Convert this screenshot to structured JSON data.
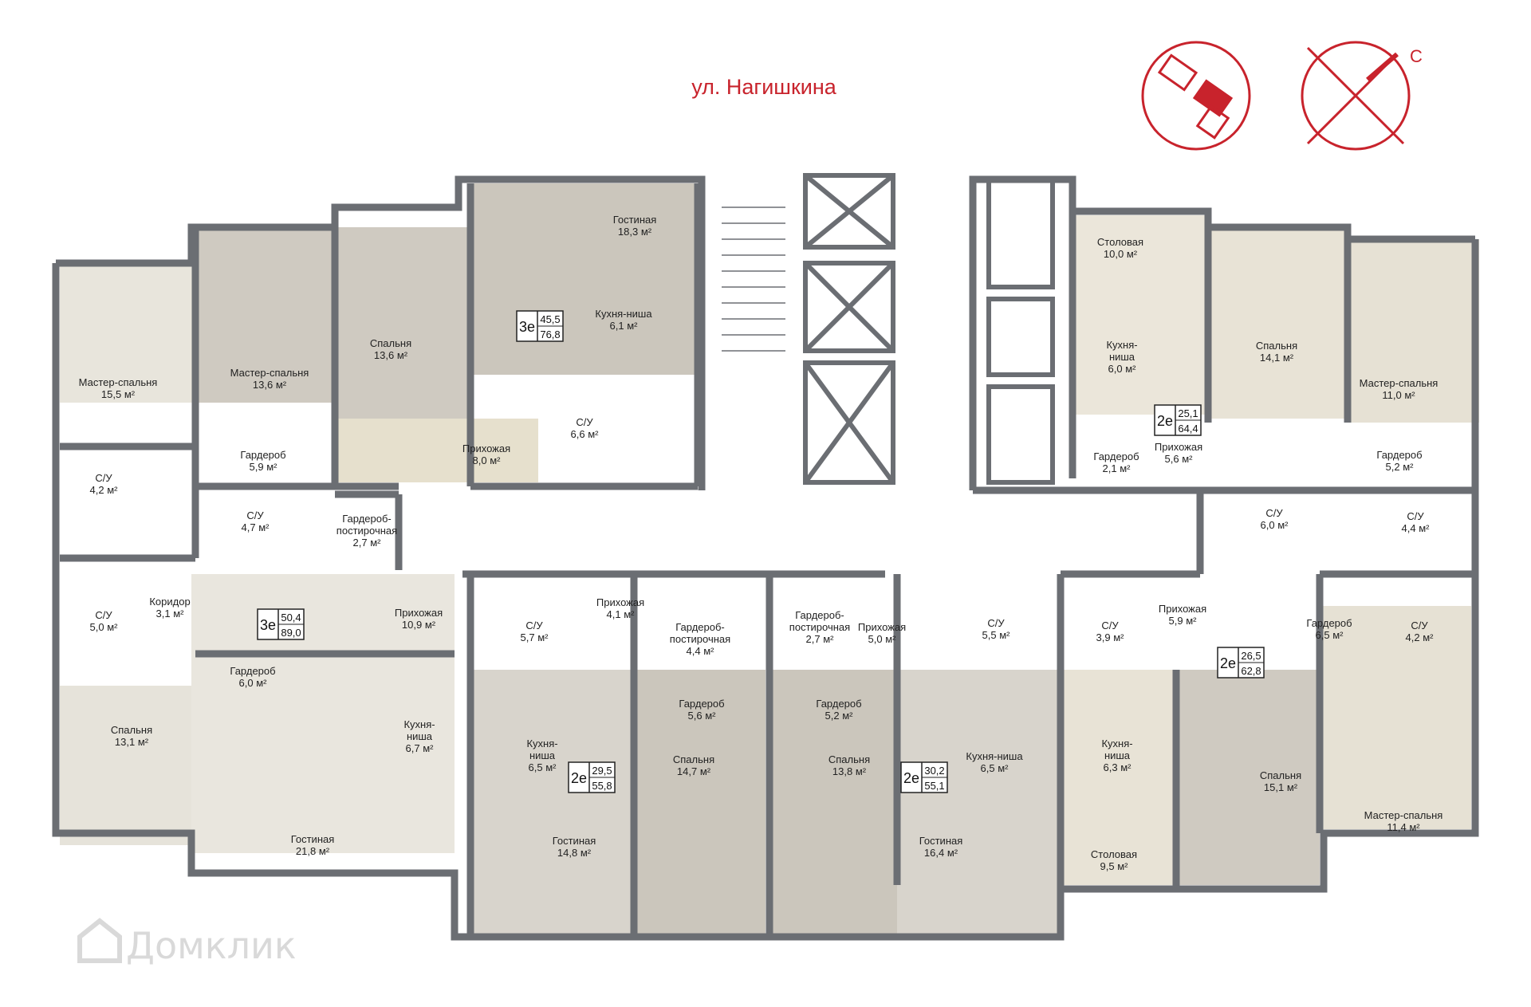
{
  "street": "ул. Нагишкина",
  "north_label": "С",
  "watermark": "Домклик",
  "colors": {
    "accent": "#c8232c",
    "wall": "#6b6e73",
    "floor_beige": "#e8e3d6",
    "floor_wood": "#cbc6bc",
    "floor_tile": "#e9e6de"
  },
  "rooms": [
    {
      "name": "Гостиная",
      "area": "18,3 м²"
    },
    {
      "name": "Кухня-ниша",
      "area": "6,1 м²"
    },
    {
      "name": "С/У",
      "area": "6,6 м²"
    },
    {
      "name": "Прихожая",
      "area": "8,0 м²"
    },
    {
      "name": "Спальня",
      "area": "13,6 м²"
    },
    {
      "name": "Мастер-спальня",
      "area": "13,6 м²"
    },
    {
      "name": "Гардероб",
      "area": "5,9 м²"
    },
    {
      "name": "Мастер-спальня",
      "area": "15,5 м²"
    },
    {
      "name": "С/У",
      "area": "4,2 м²"
    },
    {
      "name": "С/У",
      "area": "4,7 м²"
    },
    {
      "name": "Гардероб-\nпостирочная",
      "area": "2,7 м²"
    },
    {
      "name": "С/У",
      "area": "5,0 м²"
    },
    {
      "name": "Коридор",
      "area": "3,1 м²"
    },
    {
      "name": "Прихожая",
      "area": "10,9 м²"
    },
    {
      "name": "Гардероб",
      "area": "6,0 м²"
    },
    {
      "name": "Кухня-\nниша",
      "area": "6,7 м²"
    },
    {
      "name": "Спальня",
      "area": "13,1 м²"
    },
    {
      "name": "Гостиная",
      "area": "21,8 м²"
    },
    {
      "name": "С/У",
      "area": "5,7 м²"
    },
    {
      "name": "Прихожая",
      "area": "4,1 м²"
    },
    {
      "name": "Гардероб-\nпостирочная",
      "area": "4,4 м²"
    },
    {
      "name": "Гардероб",
      "area": "5,6 м²"
    },
    {
      "name": "Кухня-\nниша",
      "area": "6,5 м²"
    },
    {
      "name": "Спальня",
      "area": "14,7 м²"
    },
    {
      "name": "Гостиная",
      "area": "14,8 м²"
    },
    {
      "name": "Гардероб-\nпостирочная",
      "area": "2,7 м²"
    },
    {
      "name": "Прихожая",
      "area": "5,0 м²"
    },
    {
      "name": "С/У",
      "area": "5,5 м²"
    },
    {
      "name": "Гардероб",
      "area": "5,2 м²"
    },
    {
      "name": "Спальня",
      "area": "13,8 м²"
    },
    {
      "name": "Кухня-ниша",
      "area": "6,5 м²"
    },
    {
      "name": "Гостиная",
      "area": "16,4 м²"
    },
    {
      "name": "С/У",
      "area": "3,9 м²"
    },
    {
      "name": "Прихожая",
      "area": "5,9 м²"
    },
    {
      "name": "Кухня-\nниша",
      "area": "6,3 м²"
    },
    {
      "name": "Столовая",
      "area": "9,5 м²"
    },
    {
      "name": "Гардероб",
      "area": "6,5 м²"
    },
    {
      "name": "С/У",
      "area": "4,2 м²"
    },
    {
      "name": "Спальня",
      "area": "15,1 м²"
    },
    {
      "name": "Мастер-спальня",
      "area": "11,4 м²"
    },
    {
      "name": "Столовая",
      "area": "10,0 м²"
    },
    {
      "name": "Кухня-\nниша",
      "area": "6,0 м²"
    },
    {
      "name": "Спальня",
      "area": "14,1 м²"
    },
    {
      "name": "Мастер-спальня",
      "area": "11,0 м²"
    },
    {
      "name": "Гардероб",
      "area": "2,1 м²"
    },
    {
      "name": "Прихожая",
      "area": "5,6 м²"
    },
    {
      "name": "Гардероб",
      "area": "5,2 м²"
    },
    {
      "name": "С/У",
      "area": "6,0 м²"
    },
    {
      "name": "С/У",
      "area": "4,4 м²"
    }
  ],
  "apartments": [
    {
      "type": "3е",
      "living": "45,5",
      "total": "76,8"
    },
    {
      "type": "3е",
      "living": "50,4",
      "total": "89,0"
    },
    {
      "type": "2е",
      "living": "29,5",
      "total": "55,8"
    },
    {
      "type": "2е",
      "living": "30,2",
      "total": "55,1"
    },
    {
      "type": "2е",
      "living": "26,5",
      "total": "62,8"
    },
    {
      "type": "2е",
      "living": "25,1",
      "total": "64,4"
    }
  ]
}
